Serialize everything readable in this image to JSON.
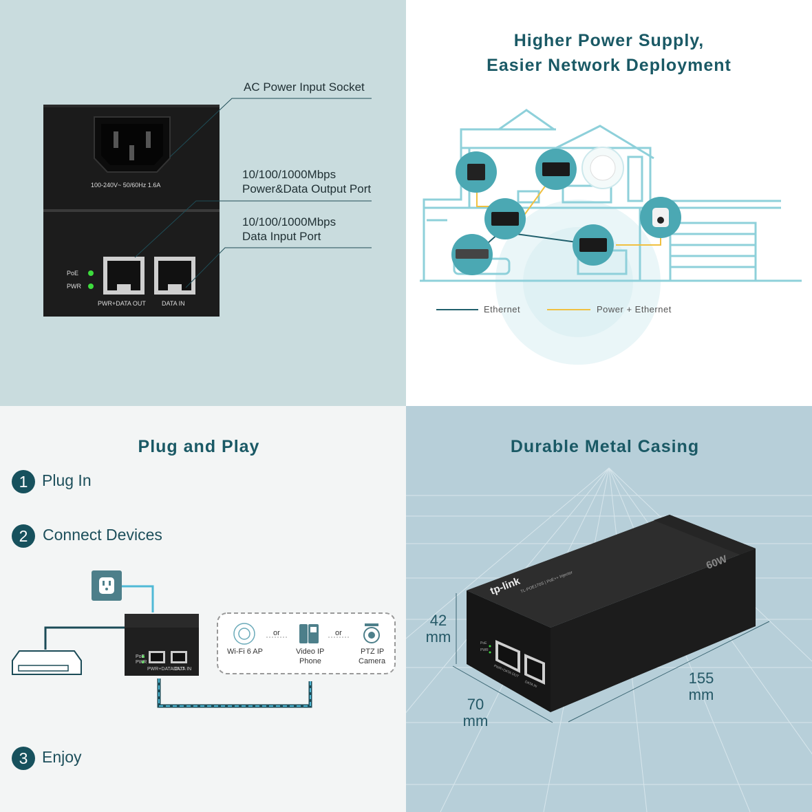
{
  "q1": {
    "callouts": {
      "ac_socket": "AC Power Input Socket",
      "output_port_line1": "10/100/1000Mbps",
      "output_port_line2": "Power&Data Output Port",
      "input_port_line1": "10/100/1000Mbps",
      "input_port_line2": "Data Input Port"
    },
    "device": {
      "rating": "100-240V~ 50/60Hz 1.6A",
      "led_poe": "PoE",
      "led_pwr": "PWR",
      "port_out": "PWR+DATA OUT",
      "port_in": "DATA IN"
    }
  },
  "q2": {
    "title_line1": "Higher Power Supply,",
    "title_line2": "Easier Network Deployment",
    "legend": [
      {
        "label": "Ethernet",
        "color": "#1f5f6c"
      },
      {
        "label": "Power + Ethernet",
        "color": "#f0c040"
      }
    ]
  },
  "q3": {
    "title": "Plug and Play",
    "steps": [
      {
        "num": "1",
        "label": "Plug In"
      },
      {
        "num": "2",
        "label": "Connect Devices"
      },
      {
        "num": "3",
        "label": "Enjoy"
      }
    ],
    "devices": {
      "ap": "Wi-Fi 6 AP",
      "phone_line1": "Video IP",
      "phone_line2": "Phone",
      "camera_line1": "PTZ IP",
      "camera_line2": "Camera",
      "or": "or"
    },
    "mini_device": {
      "port_out": "PWR+DATA OUT",
      "port_in": "DATA IN",
      "led_poe": "PoE",
      "led_pwr": "PWR"
    }
  },
  "q4": {
    "title": "Durable Metal Casing",
    "brand": "tp-link",
    "model": "TL-POE170S | PoE++ Injector",
    "power": "60W",
    "dims": {
      "height_val": "42",
      "height_unit": "mm",
      "width_val": "70",
      "width_unit": "mm",
      "length_val": "155",
      "length_unit": "mm"
    },
    "device": {
      "led_poe": "PoE",
      "led_pwr": "PWR",
      "port_out": "PWR+DATA OUT",
      "port_in": "DATA IN"
    }
  },
  "colors": {
    "teal": "#1a5965",
    "accent_blue": "#4fb9d6",
    "led_green": "#3ddc3d"
  }
}
